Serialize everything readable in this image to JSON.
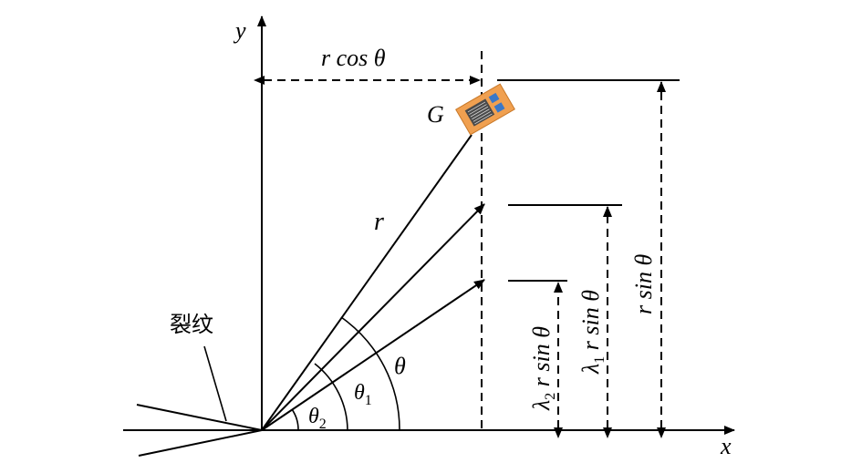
{
  "axes": {
    "x_label": "x",
    "y_label": "y"
  },
  "labels": {
    "r_cos_theta": "r cos θ",
    "gauge": "G",
    "radius": "r",
    "theta": "θ",
    "theta_1": "θ1",
    "theta_2": "θ2",
    "crack": "裂纹",
    "r_sin_theta": "r sin θ",
    "lambda1_r_sin_theta": "λ1 r sin θ",
    "lambda2_r_sin_theta": "λ2 r sin θ"
  },
  "colors": {
    "line": "#000000",
    "gauge_body": "#f0a050",
    "gauge_grid": "#4a4a4a",
    "gauge_tabs": "#3a78c8"
  }
}
